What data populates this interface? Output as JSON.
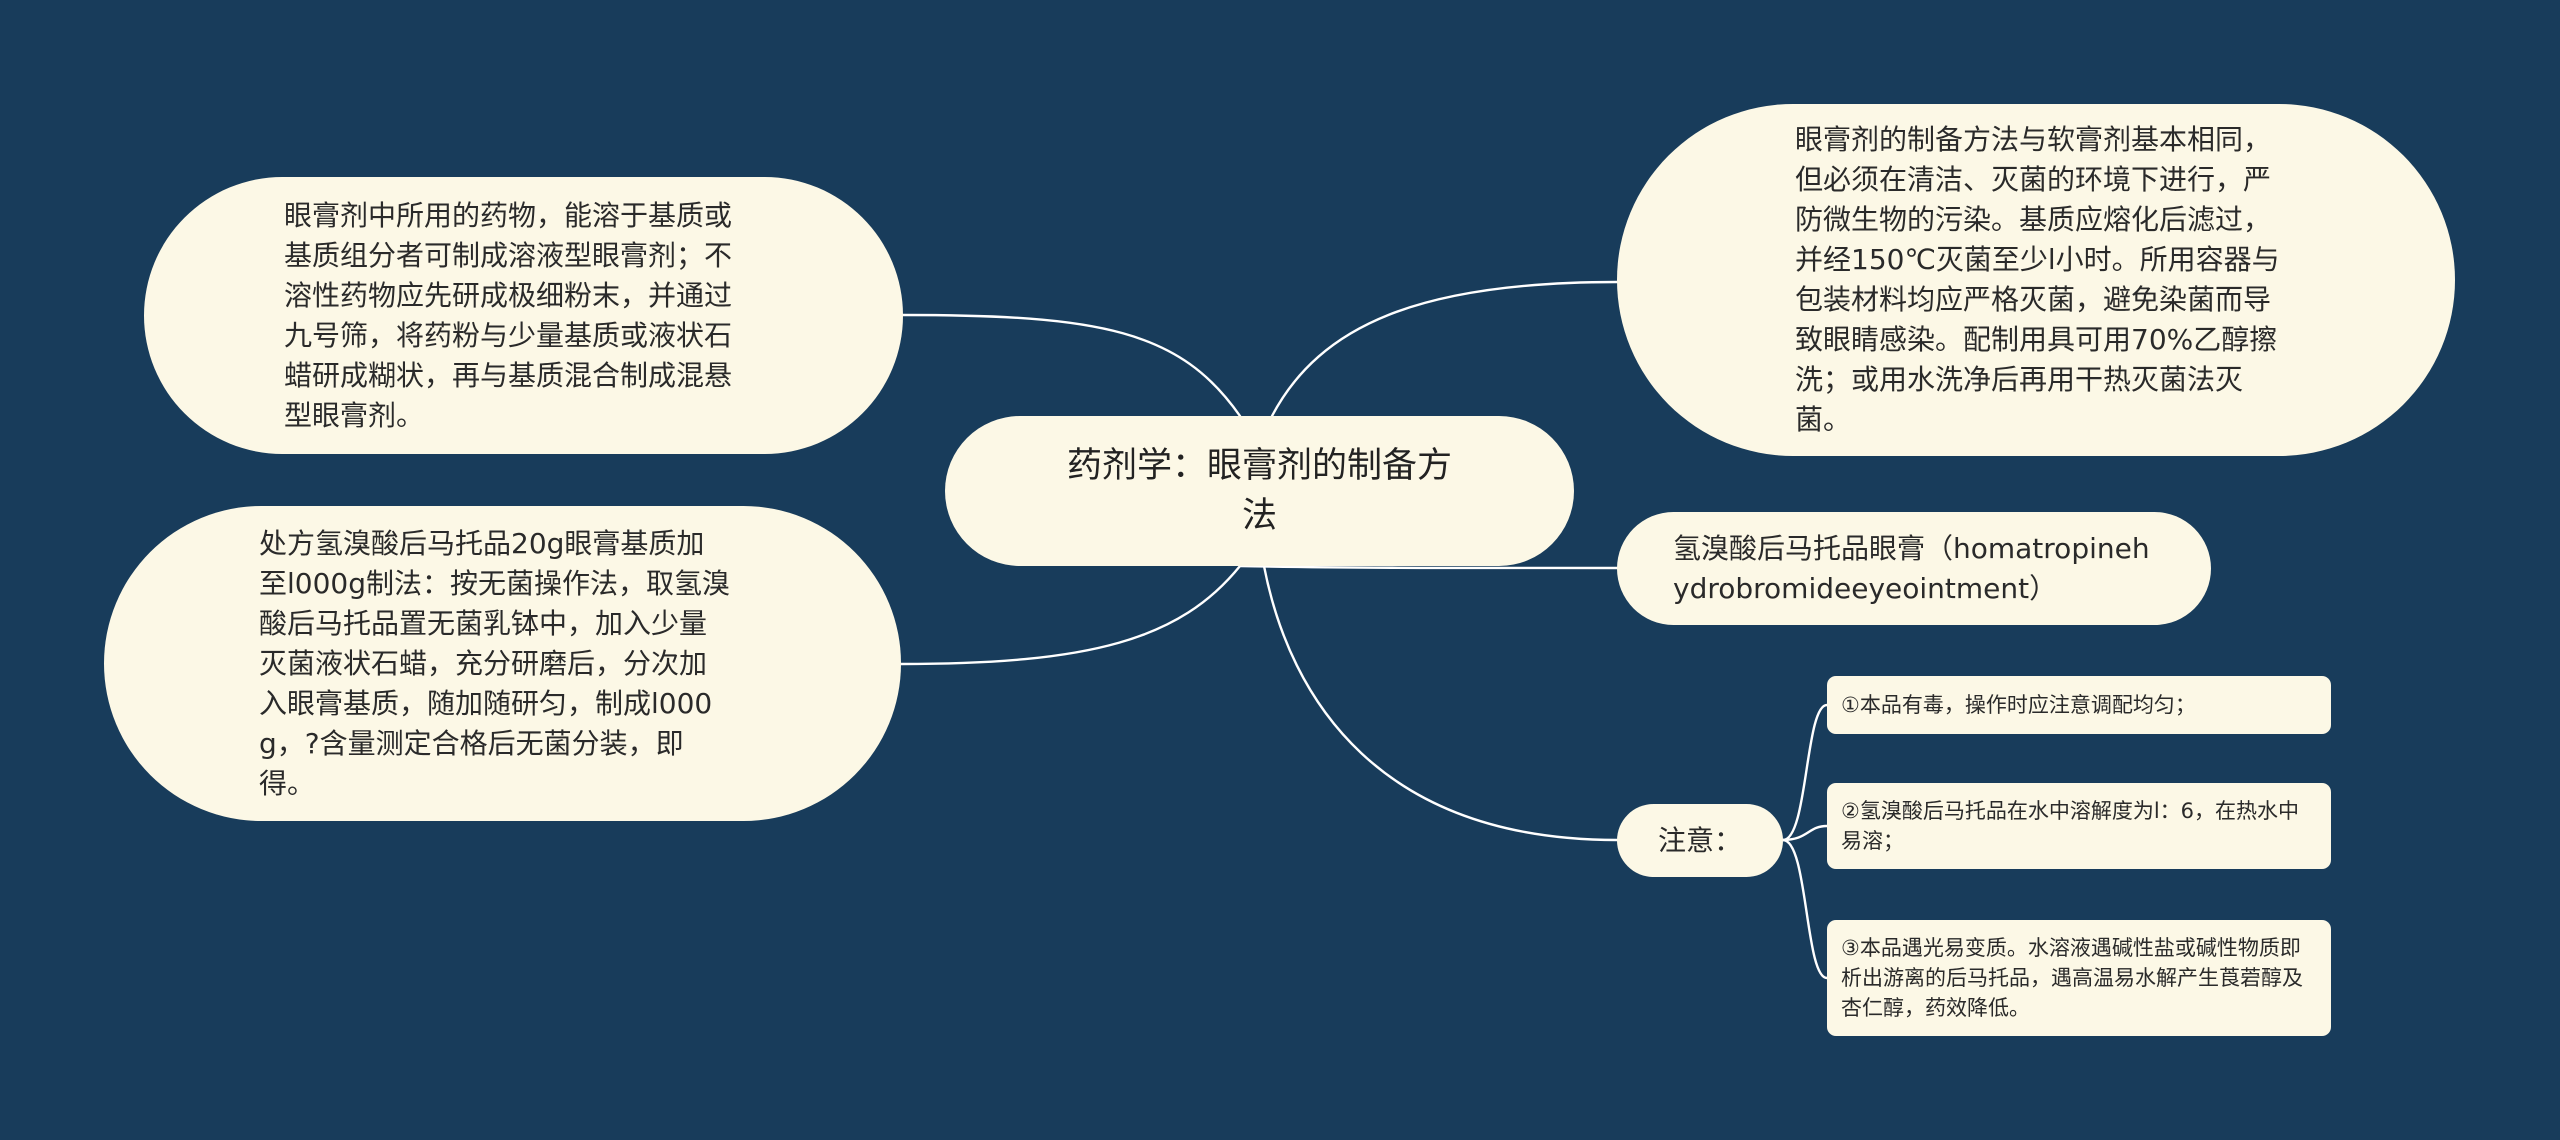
{
  "colors": {
    "background": "#183c5b",
    "node_fill": "#fcf8e6",
    "connector": "#ffffff",
    "text": "#2a2a2a"
  },
  "mindmap": {
    "center": {
      "text": "药剂学：眼膏剂的制备方法"
    },
    "left_nodes": [
      {
        "text": "眼膏剂中所用的药物，能溶于基质或基质组分者可制成溶液型眼膏剂；不溶性药物应先研成极细粉末，并通过九号筛，将药粉与少量基质或液状石蜡研成糊状，再与基质混合制成混悬型眼膏剂。"
      },
      {
        "text": "处方氢溴酸后马托品20g眼膏基质加至l000g制法：按无菌操作法，取氢溴酸后马托品置无菌乳钵中，加入少量灭菌液状石蜡，充分研磨后，分次加入眼膏基质，随加随研匀，制成l000g，?含量测定合格后无菌分装，即得。"
      }
    ],
    "right_nodes": [
      {
        "text": "眼膏剂的制备方法与软膏剂基本相同，但必须在清洁、灭菌的环境下进行，严防微生物的污染。基质应熔化后滤过，并经150℃灭菌至少l小时。所用容器与包装材料均应严格灭菌，避免染菌而导致眼睛感染。配制用具可用70%乙醇擦洗；或用水洗净后再用干热灭菌法灭菌。"
      },
      {
        "text": "氢溴酸后马托品眼膏（homatropinehydrobromideeyeointment）"
      }
    ],
    "note": {
      "label": "注意：",
      "items": [
        "①本品有毒，操作时应注意调配均匀；",
        "②氢溴酸后马托品在水中溶解度为l：6，在热水中易溶；",
        "③本品遇光易变质。水溶液遇碱性盐或碱性物质即析出游离的后马托品，遇高温易水解产生莨菪醇及杏仁醇，药效降低。"
      ]
    }
  }
}
